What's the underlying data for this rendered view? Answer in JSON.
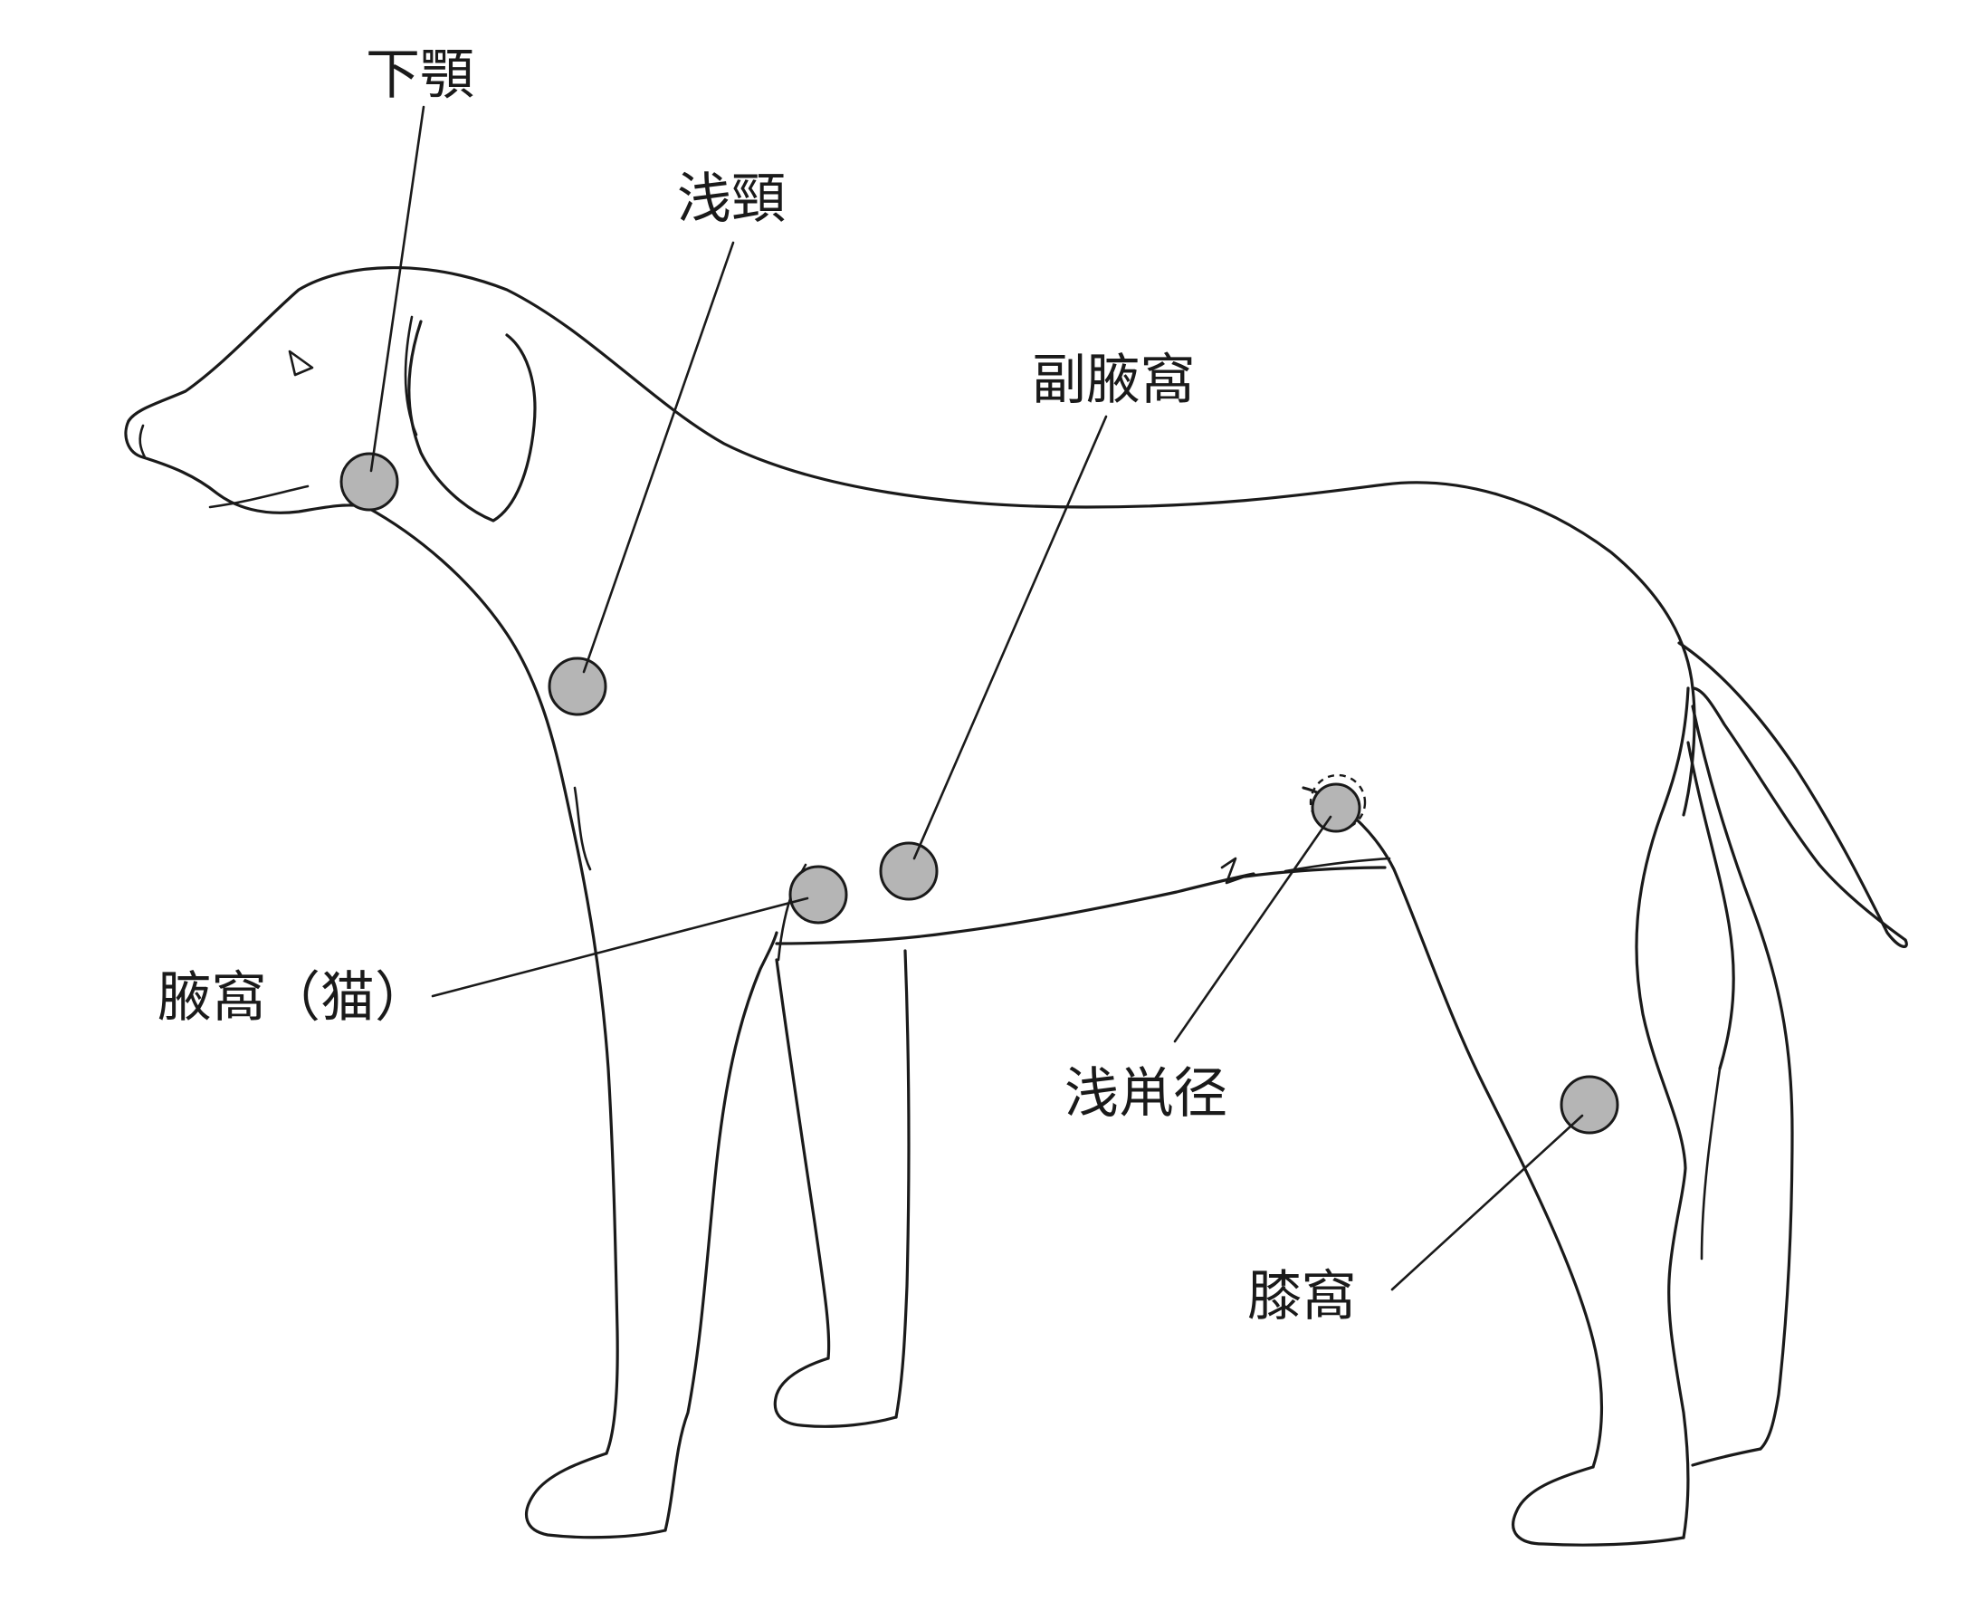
{
  "labels": {
    "mandibular": "下顎",
    "superficial_cervical": "浅頸",
    "accessory_axillary": "副腋窩",
    "axillary_cat": "腋窩（猫）",
    "superficial_inguinal": "浅鼡径",
    "popliteal": "膝窩"
  },
  "colors": {
    "line": "#1a1a1a",
    "node_fill": "#b5b5b5",
    "background": "#ffffff"
  }
}
